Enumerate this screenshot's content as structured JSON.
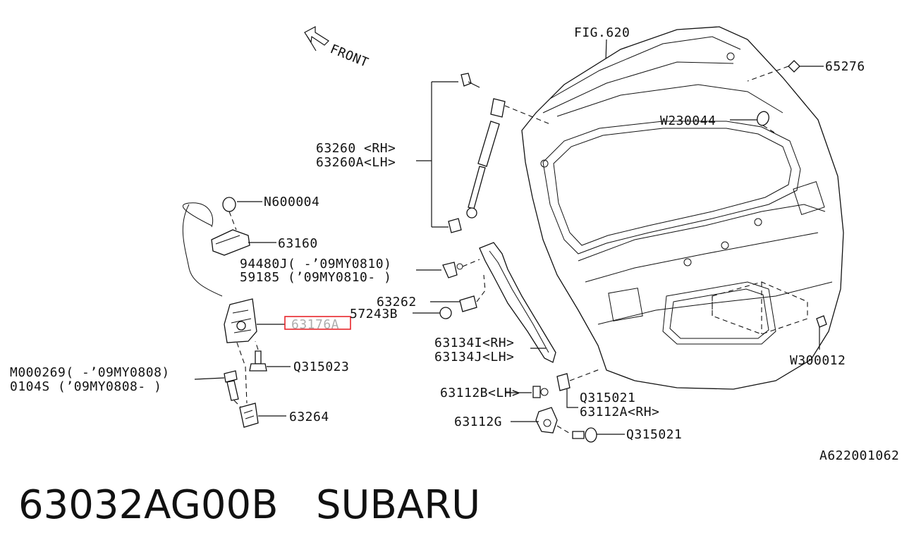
{
  "title": "63032AG00B   SUBARU",
  "figure_ref": "FIG.620",
  "front_label": "FRONT",
  "drawing_code": "A622001062",
  "highlight_color": "#e8262b",
  "callouts": [
    {
      "id": "65276",
      "text": "65276"
    },
    {
      "id": "W230044",
      "text": "W230044"
    },
    {
      "id": "63260",
      "text": "63260 <RH>"
    },
    {
      "id": "63260A",
      "text": "63260A<LH>"
    },
    {
      "id": "N600004",
      "text": "N600004"
    },
    {
      "id": "63160",
      "text": "63160"
    },
    {
      "id": "94480J",
      "text": "94480J( -’09MY0810)"
    },
    {
      "id": "59185",
      "text": "59185 (’09MY0810- )"
    },
    {
      "id": "63262",
      "text": "63262"
    },
    {
      "id": "57243B",
      "text": "57243B"
    },
    {
      "id": "63176A",
      "text": "63176A",
      "highlighted": true
    },
    {
      "id": "Q315023",
      "text": "Q315023"
    },
    {
      "id": "M000269",
      "text": "M000269( -’09MY0808)"
    },
    {
      "id": "0104S",
      "text": "0104S  (’09MY0808- )"
    },
    {
      "id": "63264",
      "text": "63264"
    },
    {
      "id": "63134I",
      "text": "63134I<RH>"
    },
    {
      "id": "63134J",
      "text": "63134J<LH>"
    },
    {
      "id": "Q315021a",
      "text": "Q315021"
    },
    {
      "id": "63112A",
      "text": "63112A<RH>"
    },
    {
      "id": "63112B",
      "text": "63112B<LH>"
    },
    {
      "id": "63112G",
      "text": "63112G"
    },
    {
      "id": "Q315021b",
      "text": "Q315021"
    },
    {
      "id": "W300012",
      "text": "W300012"
    }
  ]
}
